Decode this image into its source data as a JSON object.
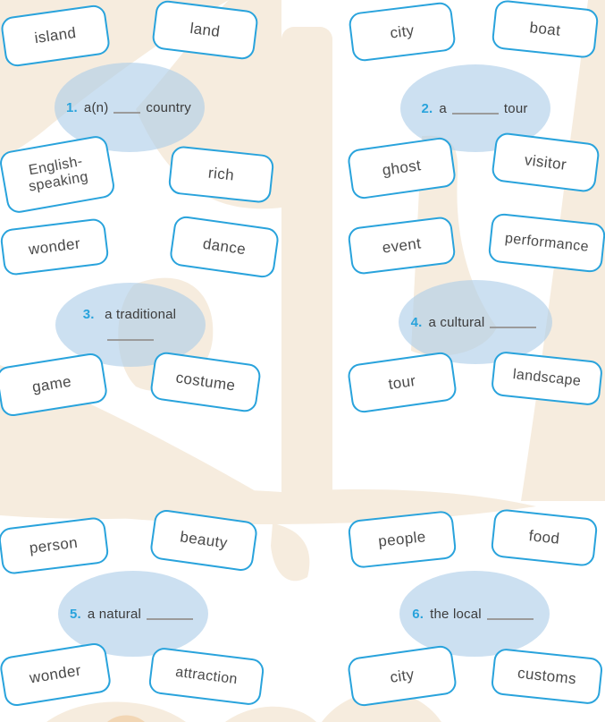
{
  "colors": {
    "accent_blue": "#29a3dc",
    "cream": "#f6ecde",
    "peach": "#f2d6b4",
    "ellipse_fill": "rgba(173,205,233,0.62)",
    "card_text": "#4a4a4a",
    "blank_gray": "#9b9b9b"
  },
  "groups": [
    {
      "number": "1.",
      "text_before": "a(n)",
      "text_after": "country",
      "blank_position": "inline",
      "cards_above": [
        "island",
        "land"
      ],
      "cards_below": [
        "English-speaking",
        "rich"
      ]
    },
    {
      "number": "2.",
      "text_before": "a",
      "text_after": "tour",
      "blank_position": "inline",
      "cards_above": [
        "city",
        "boat"
      ],
      "cards_below": [
        "ghost",
        "visitor"
      ]
    },
    {
      "number": "3.",
      "text_before": "a traditional",
      "text_after": "",
      "blank_position": "below",
      "cards_above": [
        "wonder",
        "dance"
      ],
      "cards_below": [
        "game",
        "costume"
      ]
    },
    {
      "number": "4.",
      "text_before": "a cultural",
      "text_after": "",
      "blank_position": "inline",
      "cards_above": [
        "event",
        "performance"
      ],
      "cards_below": [
        "tour",
        "landscape"
      ]
    },
    {
      "number": "5.",
      "text_before": "a natural",
      "text_after": "",
      "blank_position": "inline",
      "cards_above": [
        "person",
        "beauty"
      ],
      "cards_below": [
        "wonder",
        "attraction"
      ]
    },
    {
      "number": "6.",
      "text_before": "the local",
      "text_after": "",
      "blank_position": "inline",
      "cards_above": [
        "people",
        "food"
      ],
      "cards_below": [
        "city",
        "customs"
      ]
    }
  ]
}
